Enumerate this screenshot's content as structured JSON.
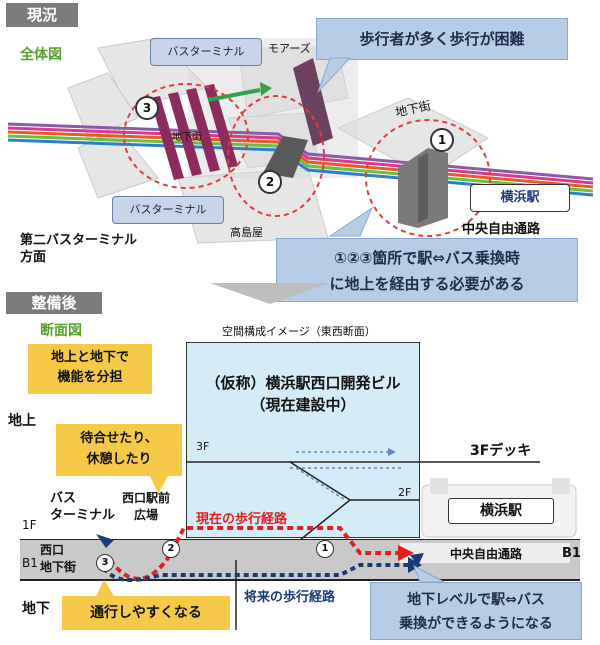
{
  "current": {
    "tab": "現況",
    "overview_title": "全体図",
    "bus_terminal_top": "バスターミナル",
    "mores": "モアーズ",
    "bus_terminal_bottom": "バスターミナル",
    "takashimaya": "高島屋",
    "underground_street": "地下街",
    "underground_street2": "地下街",
    "yokohama_station": "横浜駅",
    "central_passage": "中央自由通路",
    "second_bus_terminal": "第二バスターミナル",
    "second_bus_terminal_dir": "方面",
    "marker1": "1",
    "marker2": "2",
    "marker3": "3",
    "callout_walk": "歩行者が多く歩行が困難",
    "callout_transfer_1": "①②③箇所で駅⇔バス乗換時",
    "callout_transfer_2": "に地上を経由する必要がある"
  },
  "future": {
    "tab": "整備後",
    "section_title": "断面図",
    "image_caption": "空間構成イメージ（東西断面）",
    "building_line1": "（仮称）横浜駅西口開発ビル",
    "building_line2": "（現在建設中）",
    "function_line1": "地上と地下で",
    "function_line2": "機能を分担",
    "waiting_line1": "待合せたり、",
    "waiting_line2": "休憩したり",
    "ground_label": "地上",
    "underground_label": "地下",
    "floor_3f": "3F",
    "floor_2f": "2F",
    "floor_1f": "1F",
    "floor_b1_left": "B1",
    "floor_b1_right": "B1",
    "deck_3f": "3Fデッキ",
    "yokohama_station": "横浜駅",
    "bus_terminal_line1": "バス",
    "bus_terminal_line2": "ターミナル",
    "west_plaza_line1": "西口駅前",
    "west_plaza_line2": "広場",
    "current_route": "現在の歩行経路",
    "central_passage": "中央自由通路",
    "west_underground_line1": "西口",
    "west_underground_line2": "地下街",
    "future_route": "将来の歩行経路",
    "easier_pass": "通行しやすくなる",
    "transfer_line1": "地下レベルで駅⇔バス",
    "transfer_line2": "乗換ができるようになる",
    "marker1": "1",
    "marker2": "2",
    "marker3": "3"
  }
}
